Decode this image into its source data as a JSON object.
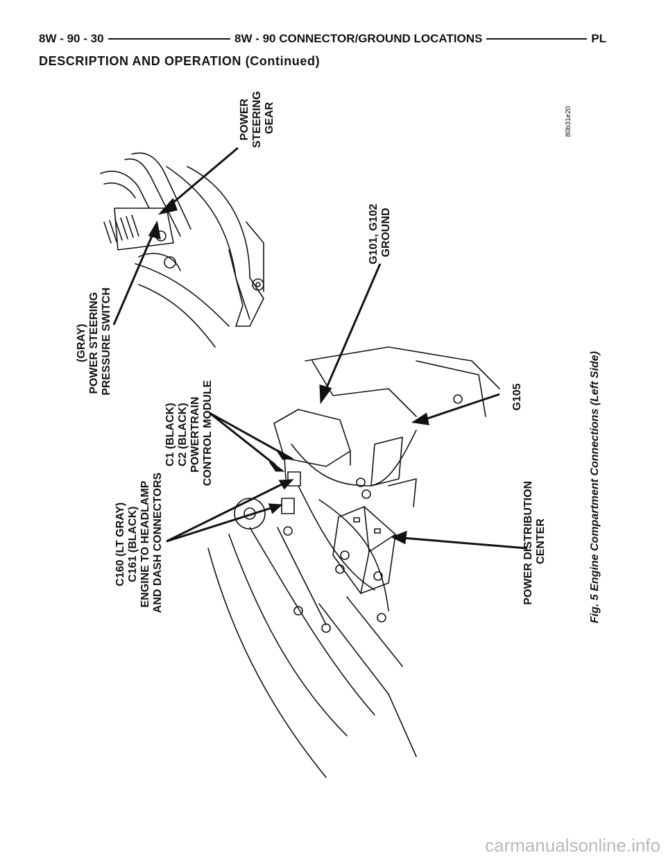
{
  "header": {
    "left": "8W - 90 - 30",
    "center": "8W - 90 CONNECTOR/GROUND LOCATIONS",
    "right": "PL"
  },
  "section_title": "DESCRIPTION AND OPERATION (Continued)",
  "figure": {
    "image_id": "80b31e20",
    "caption": "Fig. 5 Engine Compartment Connections (Left Side)",
    "labels": {
      "power_steering_gear": [
        "POWER",
        "STEERING",
        "GEAR"
      ],
      "g101_g102_ground": [
        "G101, G102",
        "GROUND"
      ],
      "power_steering_pressure_switch": [
        "(GRAY)",
        "POWER STEERING",
        "PRESSURE SWITCH"
      ],
      "g105": [
        "G105"
      ],
      "powertrain_control_module": [
        "C1 (BLACK)",
        "C2 (BLACK)",
        "POWERTRAIN",
        "CONTROL MODULE"
      ],
      "engine_to_headlamp_connectors": [
        "C160 (LT GRAY)",
        "C161 (BLACK)",
        "ENGINE TO HEADLAMP",
        "AND DASH CONNECTORS"
      ],
      "power_distribution_center": [
        "POWER DISTRIBUTION",
        "CENTER"
      ]
    }
  },
  "footer": "carmanualsonline.info"
}
